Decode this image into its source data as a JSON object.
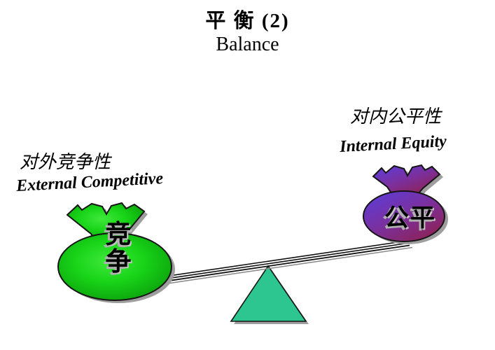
{
  "slide": {
    "background": "#ffffff",
    "title": {
      "cn": "平 衡 (2)",
      "en": "Balance"
    },
    "left_side": {
      "label_cn": "对外竞争性",
      "label_en": "External Competitive",
      "bag_label": "竞争",
      "bag_color_center": "#1edc1e",
      "bag_color_edge": "#0a9a0a"
    },
    "right_side": {
      "label_cn": "对内公平性",
      "label_en": "Internal Equity",
      "bag_label": "公平",
      "bag_color_top": "#5a3ee0",
      "bag_color_bottom": "#8e2150"
    },
    "seesaw": {
      "plank_color": "#111111",
      "fulcrum_color": "#2ec690",
      "tilt_direction": "left-down"
    }
  }
}
